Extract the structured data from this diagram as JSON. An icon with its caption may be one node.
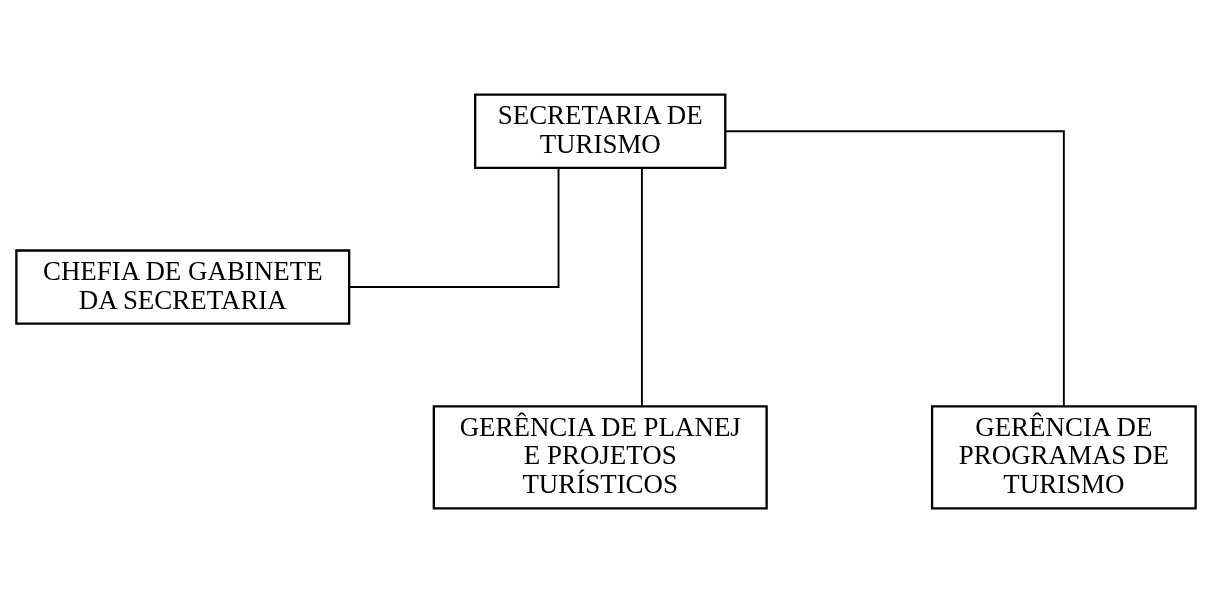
{
  "diagram": {
    "nodes": [
      {
        "text": [
          "SECRETARIA DE TURISMO"
        ]
      },
      {
        "text": [
          "CHEFIA DE GABINETE DA SECRETARIA"
        ]
      },
      {
        "text": [
          "GERÊNCIA DE PLANEJ E PROJETOS TURÍSTICOS"
        ]
      },
      {
        "text": [
          "GERÊNCIA DE PROGRAMAS DE TURISMO"
        ]
      }
    ],
    "edges": [
      {
        "from": 0,
        "to": 1,
        "arrow": "none"
      },
      {
        "from": 0,
        "to": 2,
        "arrow": "none"
      },
      {
        "from": 0,
        "to": 3,
        "arrow": "none"
      }
    ]
  }
}
